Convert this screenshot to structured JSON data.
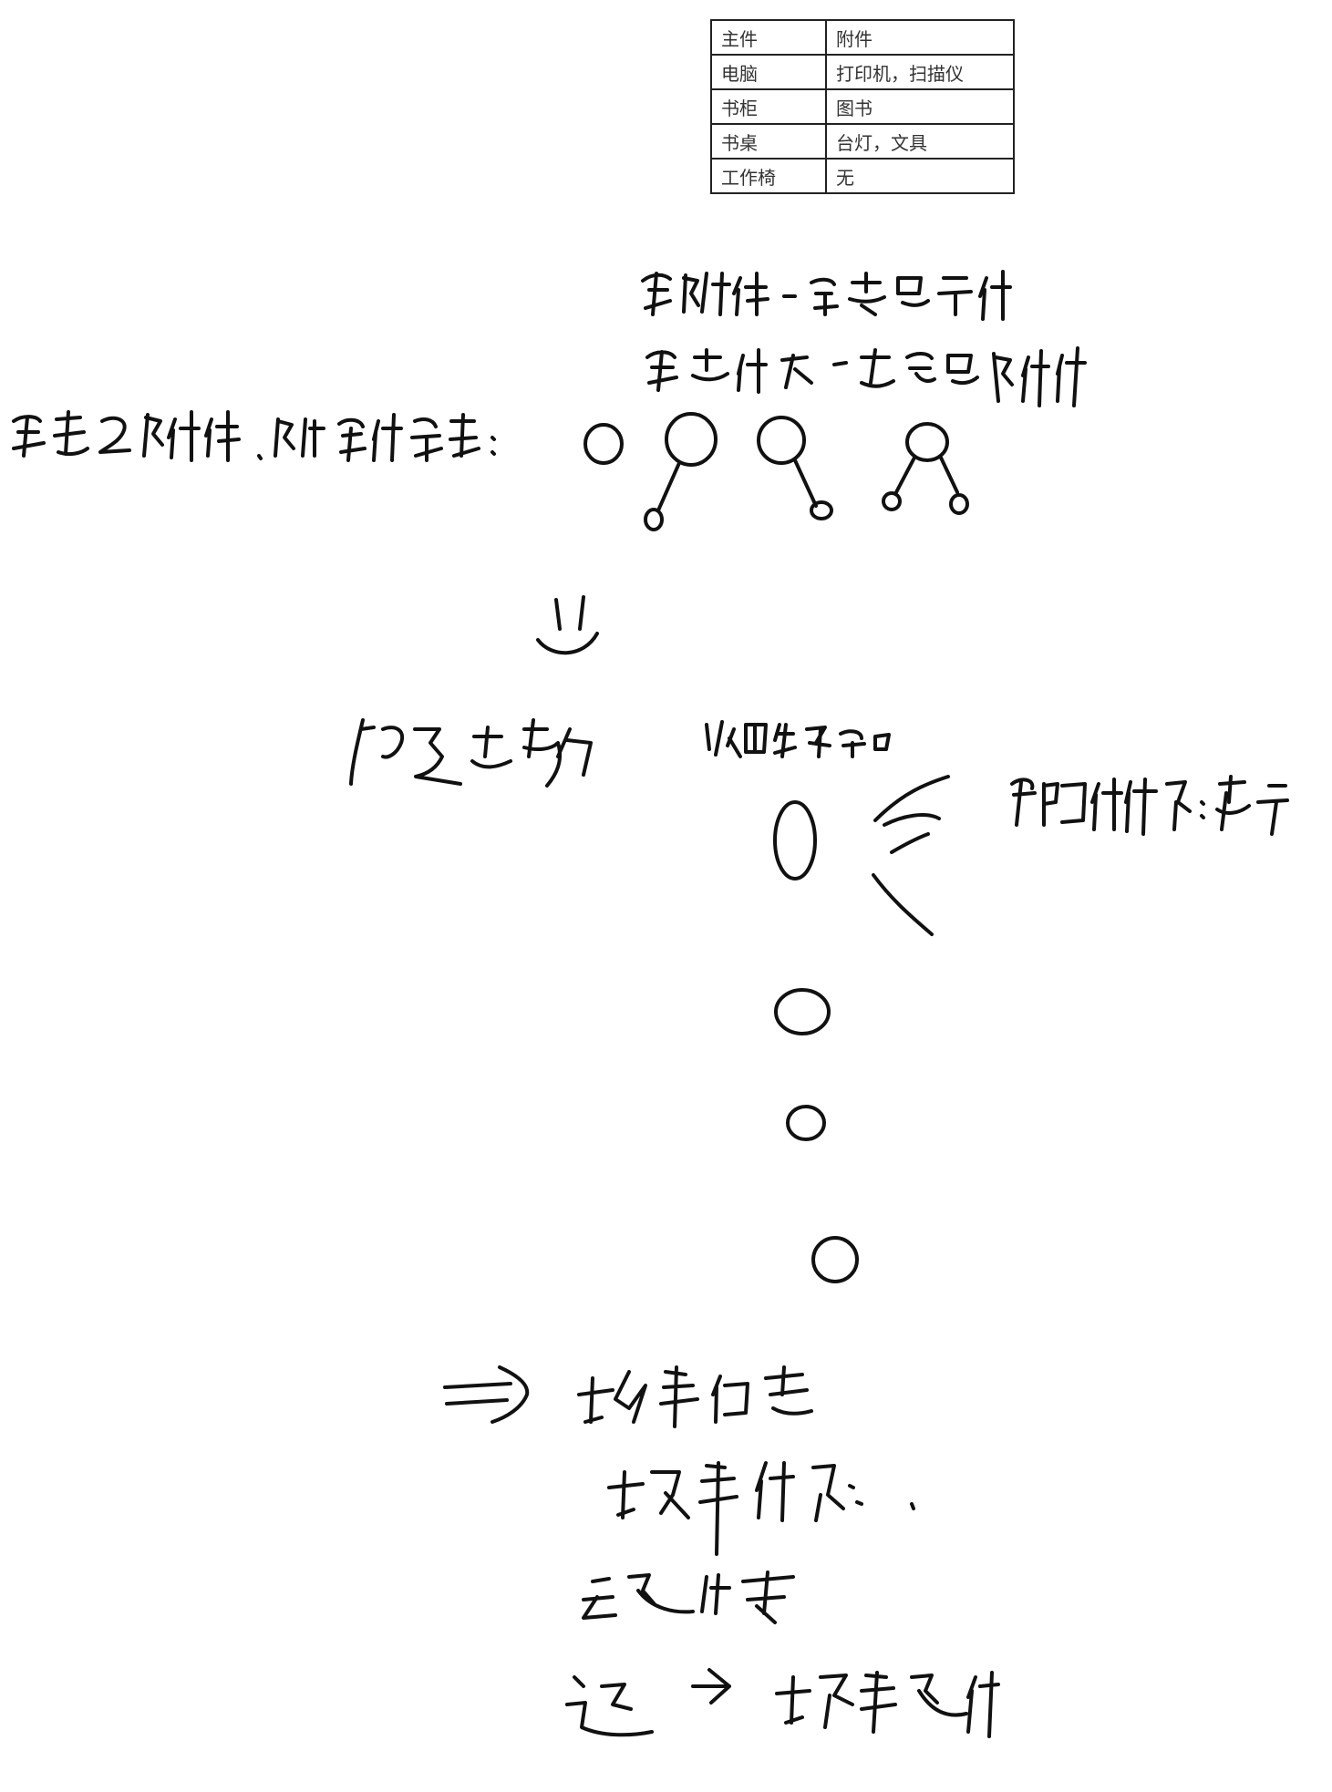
{
  "table": {
    "rows": [
      {
        "main": "主件",
        "attachment": "附件"
      },
      {
        "main": "电脑",
        "attachment": "打印机，扫描仪"
      },
      {
        "main": "书柜",
        "attachment": "图书"
      },
      {
        "main": "书桌",
        "attachment": "台灯，文具"
      },
      {
        "main": "工作椅",
        "attachment": "无"
      }
    ]
  }
}
